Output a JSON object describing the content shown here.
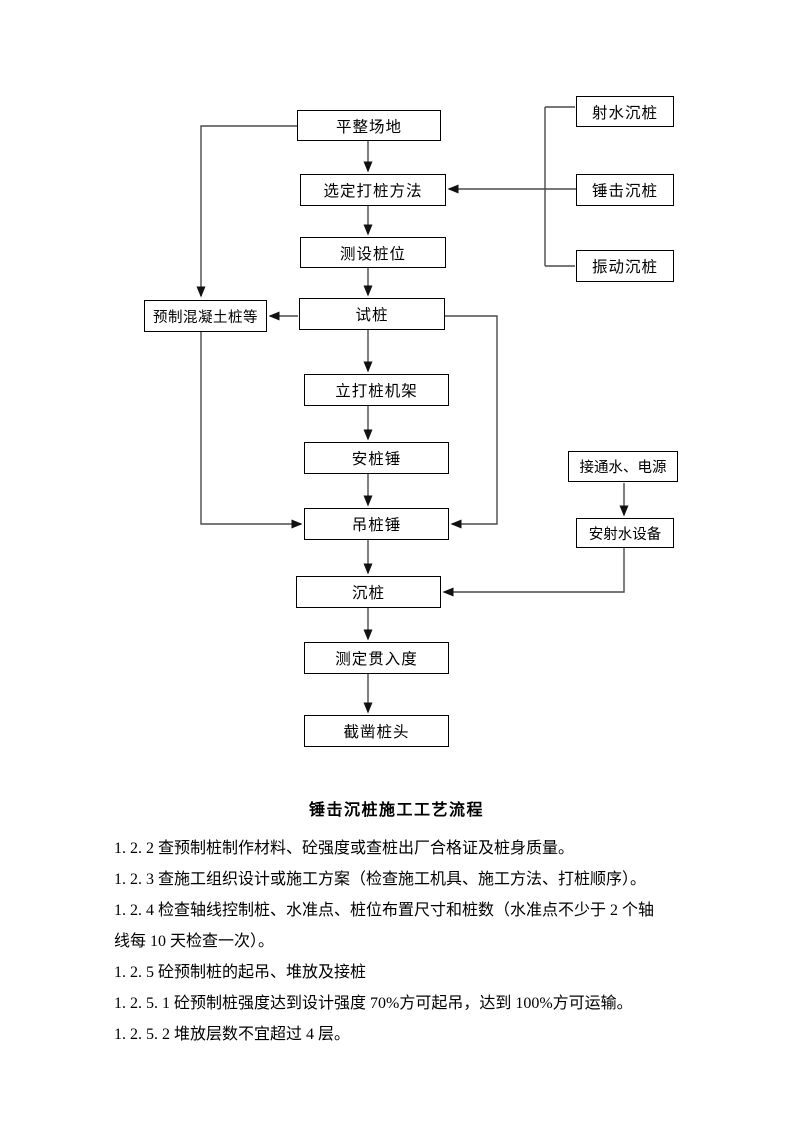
{
  "colors": {
    "page_bg": "#ffffff",
    "text": "#000000",
    "box_border": "#000000",
    "line": "#4a4a4a",
    "arrowhead": "#111111"
  },
  "flowchart": {
    "boxes": {
      "level_site": "平整场地",
      "select_method": "选定打桩方法",
      "survey_position": "测设桩位",
      "test_pile": "试桩",
      "precast_pile": "预制混凝土桩等",
      "erect_rig": "立打桩机架",
      "install_hammer": "安桩锤",
      "hoist_hammer": "吊桩锤",
      "sink_pile": "沉桩",
      "measure_penetration": "测定贯入度",
      "cut_pile_head": "截凿桩头",
      "jet_water_sink": "射水沉桩",
      "hammer_sink": "锤击沉桩",
      "vibration_sink": "振动沉桩",
      "connect_water_power": "接通水、电源",
      "install_jet_equipment": "安射水设备"
    }
  },
  "document": {
    "title": "锤击沉桩施工工艺流程",
    "lines": [
      "1. 2. 2 查预制桩制作材料、砼强度或查桩出厂合格证及桩身质量。",
      "1. 2. 3 查施工组织设计或施工方案（检查施工机具、施工方法、打桩顺序）。",
      "1. 2. 4 检查轴线控制桩、水准点、桩位布置尺寸和桩数（水准点不少于 2 个轴",
      "线每 10 天检查一次）。",
      "1. 2. 5 砼预制桩的起吊、堆放及接桩",
      "1. 2. 5. 1 砼预制桩强度达到设计强度 70%方可起吊，达到 100%方可运输。",
      "1. 2. 5. 2 堆放层数不宜超过 4 层。"
    ]
  }
}
